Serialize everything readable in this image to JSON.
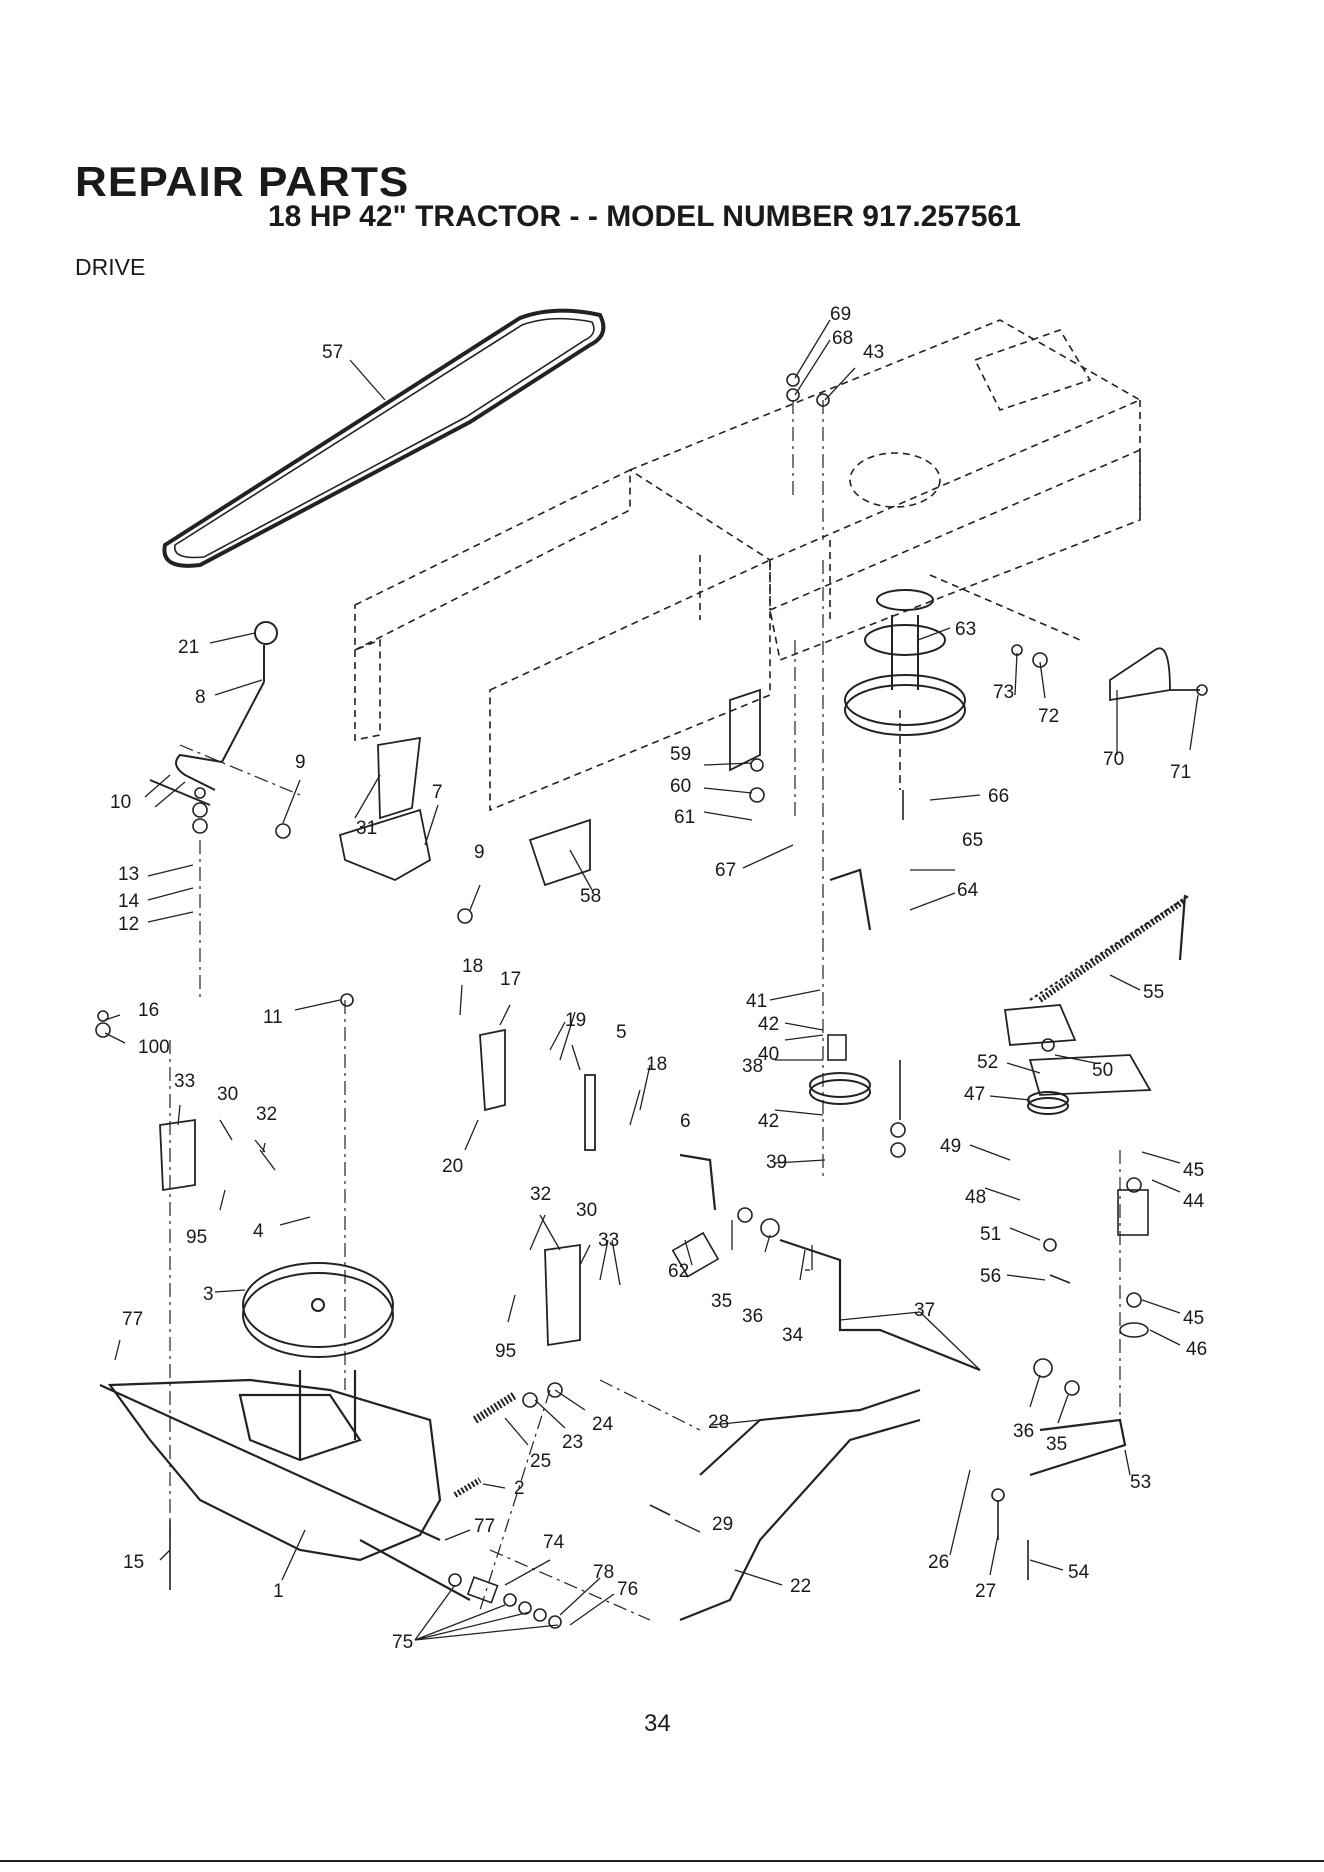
{
  "header": {
    "title": "REPAIR PARTS",
    "subtitle": "18 HP 42\" TRACTOR - - MODEL NUMBER 917.257561",
    "section": "DRIVE"
  },
  "page_number": "34",
  "callouts": [
    {
      "id": "c57",
      "text": "57"
    },
    {
      "id": "c69",
      "text": "69"
    },
    {
      "id": "c68",
      "text": "68"
    },
    {
      "id": "c43",
      "text": "43"
    },
    {
      "id": "c63",
      "text": "63"
    },
    {
      "id": "c73",
      "text": "73"
    },
    {
      "id": "c72",
      "text": "72"
    },
    {
      "id": "c70",
      "text": "70"
    },
    {
      "id": "c71",
      "text": "71"
    },
    {
      "id": "c21",
      "text": "21"
    },
    {
      "id": "c8",
      "text": "8"
    },
    {
      "id": "c9a",
      "text": "9"
    },
    {
      "id": "c31",
      "text": "31"
    },
    {
      "id": "c7",
      "text": "7"
    },
    {
      "id": "c9b",
      "text": "9"
    },
    {
      "id": "c10",
      "text": "10"
    },
    {
      "id": "c13",
      "text": "13"
    },
    {
      "id": "c14",
      "text": "14"
    },
    {
      "id": "c12",
      "text": "12"
    },
    {
      "id": "c58",
      "text": "58"
    },
    {
      "id": "c59",
      "text": "59"
    },
    {
      "id": "c60",
      "text": "60"
    },
    {
      "id": "c61",
      "text": "61"
    },
    {
      "id": "c67",
      "text": "67"
    },
    {
      "id": "c66",
      "text": "66"
    },
    {
      "id": "c65",
      "text": "65"
    },
    {
      "id": "c64",
      "text": "64"
    },
    {
      "id": "c55",
      "text": "55"
    },
    {
      "id": "c41",
      "text": "41"
    },
    {
      "id": "c42a",
      "text": "42"
    },
    {
      "id": "c40",
      "text": "40"
    },
    {
      "id": "c38",
      "text": "38"
    },
    {
      "id": "c42b",
      "text": "42"
    },
    {
      "id": "c39",
      "text": "39"
    },
    {
      "id": "c52",
      "text": "52"
    },
    {
      "id": "c50",
      "text": "50"
    },
    {
      "id": "c47",
      "text": "47"
    },
    {
      "id": "c49",
      "text": "49"
    },
    {
      "id": "c45a",
      "text": "45"
    },
    {
      "id": "c44",
      "text": "44"
    },
    {
      "id": "c48",
      "text": "48"
    },
    {
      "id": "c51",
      "text": "51"
    },
    {
      "id": "c56",
      "text": "56"
    },
    {
      "id": "c45b",
      "text": "45"
    },
    {
      "id": "c46",
      "text": "46"
    },
    {
      "id": "c16",
      "text": "16"
    },
    {
      "id": "c100",
      "text": "100"
    },
    {
      "id": "c11",
      "text": "11"
    },
    {
      "id": "c18a",
      "text": "18"
    },
    {
      "id": "c17",
      "text": "17"
    },
    {
      "id": "c19",
      "text": "19"
    },
    {
      "id": "c5",
      "text": "5"
    },
    {
      "id": "c18b",
      "text": "18"
    },
    {
      "id": "c6",
      "text": "6"
    },
    {
      "id": "c20",
      "text": "20"
    },
    {
      "id": "c33a",
      "text": "33"
    },
    {
      "id": "c30a",
      "text": "30"
    },
    {
      "id": "c32a",
      "text": "32"
    },
    {
      "id": "c95a",
      "text": "95"
    },
    {
      "id": "c4",
      "text": "4"
    },
    {
      "id": "c3",
      "text": "3"
    },
    {
      "id": "c32b",
      "text": "32"
    },
    {
      "id": "c30b",
      "text": "30"
    },
    {
      "id": "c33b",
      "text": "33"
    },
    {
      "id": "c95b",
      "text": "95"
    },
    {
      "id": "c62",
      "text": "62"
    },
    {
      "id": "c35a",
      "text": "35"
    },
    {
      "id": "c36a",
      "text": "36"
    },
    {
      "id": "c34",
      "text": "34"
    },
    {
      "id": "c37",
      "text": "37"
    },
    {
      "id": "c77a",
      "text": "77"
    },
    {
      "id": "c24",
      "text": "24"
    },
    {
      "id": "c23",
      "text": "23"
    },
    {
      "id": "c25",
      "text": "25"
    },
    {
      "id": "c2",
      "text": "2"
    },
    {
      "id": "c28",
      "text": "28"
    },
    {
      "id": "c36b",
      "text": "36"
    },
    {
      "id": "c35b",
      "text": "35"
    },
    {
      "id": "c53",
      "text": "53"
    },
    {
      "id": "c77b",
      "text": "77"
    },
    {
      "id": "c29",
      "text": "29"
    },
    {
      "id": "c74",
      "text": "74"
    },
    {
      "id": "c15",
      "text": "15"
    },
    {
      "id": "c1",
      "text": "1"
    },
    {
      "id": "c78",
      "text": "78"
    },
    {
      "id": "c76",
      "text": "76"
    },
    {
      "id": "c22",
      "text": "22"
    },
    {
      "id": "c26",
      "text": "26"
    },
    {
      "id": "c27",
      "text": "27"
    },
    {
      "id": "c54",
      "text": "54"
    },
    {
      "id": "c75",
      "text": "75"
    }
  ]
}
